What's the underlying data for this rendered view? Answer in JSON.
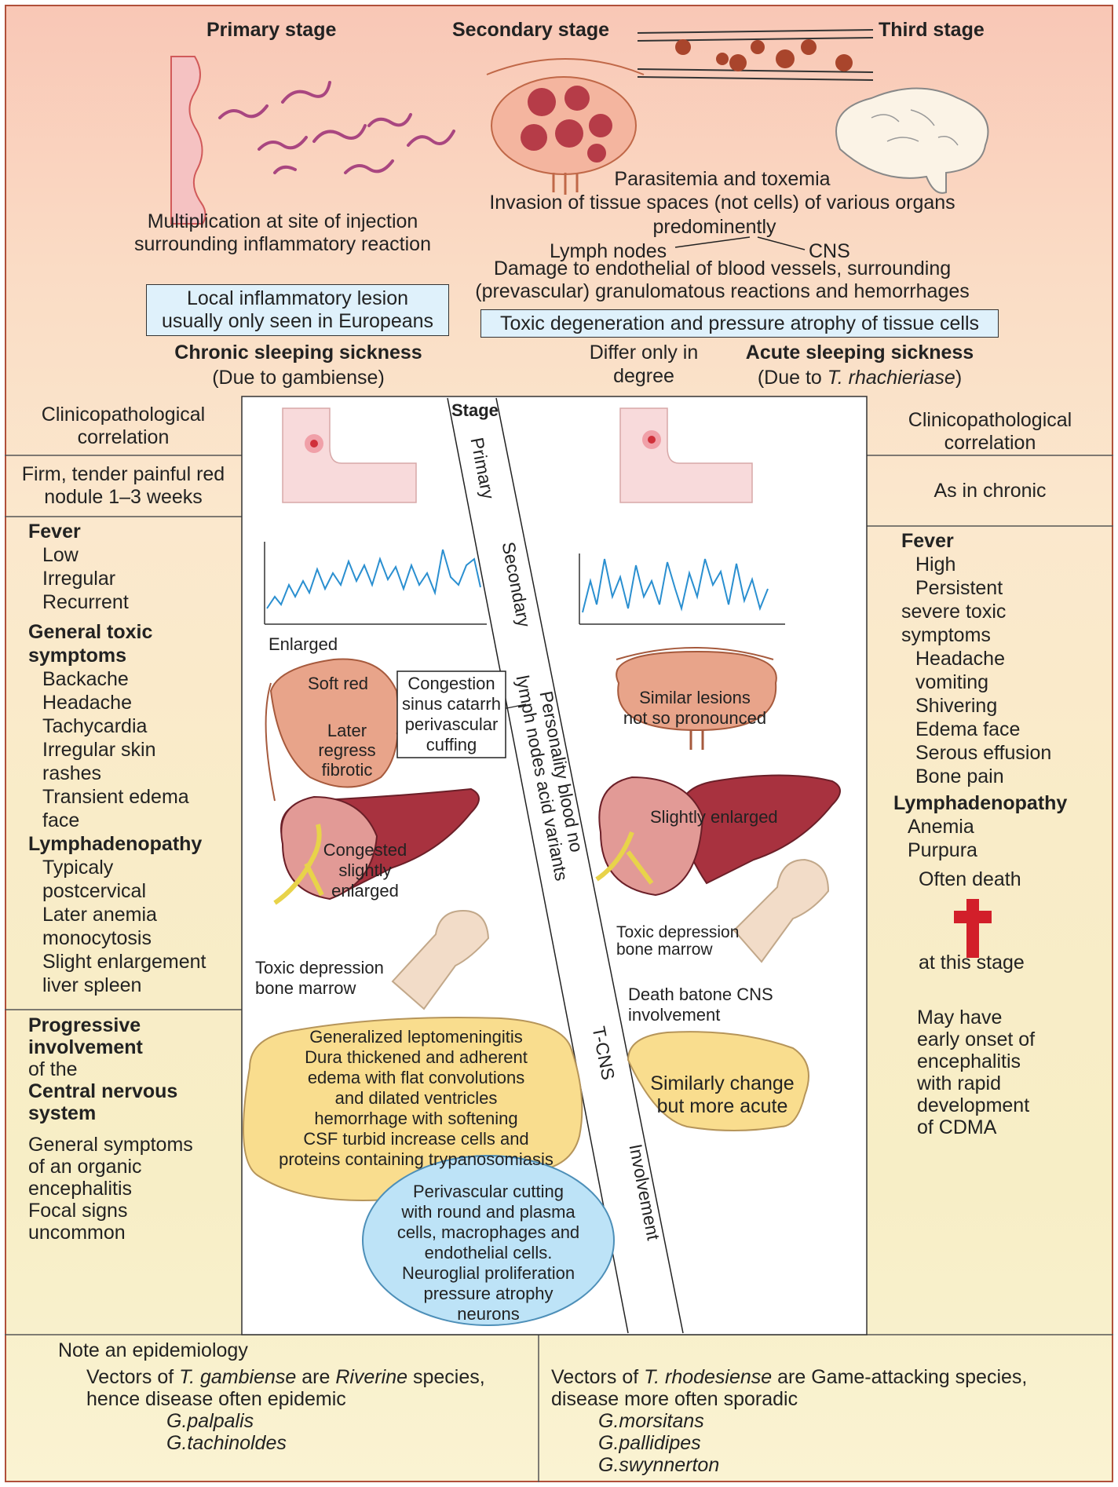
{
  "stages": {
    "primary": "Primary stage",
    "secondary": "Secondary stage",
    "third": "Third stage"
  },
  "top": {
    "multiplication_1": "Multiplication at site of injection",
    "multiplication_2": "surrounding inflammatory reaction",
    "parasitemia": "Parasitemia and toxemia",
    "invasion": "Invasion of tissue spaces (not cells) of various organs",
    "predominently": "predominently",
    "lymph_nodes": "Lymph nodes",
    "cns": "CNS",
    "damage_1": "Damage to endothelial of blood vessels, surrounding",
    "damage_2": "(prevascular) granulomatous reactions and hemorrhages",
    "local_box_1": "Local inflammatory lesion",
    "local_box_2": "usually only seen in Europeans",
    "toxic_box": "Toxic degeneration and pressure atrophy of tissue cells"
  },
  "headers": {
    "chronic": "Chronic sleeping sickness",
    "chronic_sub": "(Due to gambiense)",
    "differ_1": "Differ only in",
    "differ_2": "degree",
    "acute": "Acute sleeping sickness",
    "acute_sub_pre": "(Due to ",
    "acute_sub_italic": "T. rhachieriase",
    "acute_sub_post": ")"
  },
  "left": {
    "clinico_1": "Clinicopathological",
    "clinico_2": "correlation",
    "nodule_1": "Firm, tender painful red",
    "nodule_2": "nodule 1–3 weeks",
    "fever_h": "Fever",
    "fever": [
      "Low",
      "Irregular",
      "Recurrent"
    ],
    "toxic_h1": "General toxic",
    "toxic_h2": "symptoms",
    "toxic": [
      "Backache",
      "Headache",
      "Tachycardia",
      "Irregular skin",
      "rashes",
      "Transient edema",
      "face"
    ],
    "lymph_h": "Lymphadenopathy",
    "lymph": [
      "Typicaly",
      "postcervical",
      "Later anemia",
      "monocytosis",
      "Slight enlargement",
      "liver spleen"
    ],
    "prog_1": "Progressive",
    "prog_2": "involvement",
    "prog_3": "of the",
    "prog_4": "Central nervous",
    "prog_5": "system",
    "general": [
      "General symptoms",
      "of an organic",
      "encephalitis",
      "Focal signs",
      "uncommon"
    ]
  },
  "right": {
    "clinico_1": "Clinicopathological",
    "clinico_2": "correlation",
    "as_chronic": "As in chronic",
    "fever_h": "Fever",
    "fever": [
      "High",
      "Persistent"
    ],
    "severe": [
      "severe toxic",
      "symptoms"
    ],
    "severe_list": [
      "Headache",
      "vomiting",
      "Shivering",
      "Edema face",
      "Serous effusion",
      "Bone pain"
    ],
    "lymph_h": "Lymphadenopathy",
    "lymph": [
      "Anemia",
      "Purpura"
    ],
    "often_death": "Often death",
    "at_stage": "at this stage",
    "may": [
      "May have",
      "early onset of",
      "encephalitis",
      "with rapid",
      "development",
      "of CDMA"
    ]
  },
  "center": {
    "stage": "Stage",
    "primary": "Primary",
    "secondary": "Secondary",
    "personality_1": "Personality blood no",
    "personality_2": "lymph nodes acid variants",
    "tcns": "T-CNS",
    "involvement": "Involvement",
    "enlarged": "Enlarged",
    "soft_red": "Soft red",
    "later": [
      "Later",
      "regress",
      "fibrotic"
    ],
    "congestion": [
      "Congestion",
      "sinus catarrh",
      "perivascular",
      "cuffing"
    ],
    "congested": [
      "Congested",
      "slightly",
      "enlarged"
    ],
    "toxic_left": [
      "Toxic depression",
      "bone marrow"
    ],
    "similar": [
      "Similar lesions",
      "not so pronounced"
    ],
    "slightly": "Slightly enlarged",
    "toxic_right": [
      "Toxic depression",
      "bone marrow"
    ],
    "death": [
      "Death batone CNS",
      "involvement"
    ],
    "lepto": [
      "Generalized leptomeningitis",
      "Dura thickened and adherent",
      "edema with flat convolutions",
      "and dilated ventricles",
      "hemorrhage with softening",
      "CSF turbid increase cells and",
      "proteins containing trypanosomiasis"
    ],
    "similarly": [
      "Similarly change",
      "but more acute"
    ],
    "perivascular": [
      "Perivascular cutting",
      "with round and plasma",
      "cells, macrophages and",
      "endothelial cells.",
      "Neuroglial proliferation",
      "pressure atrophy",
      "neurons"
    ]
  },
  "footer": {
    "note": "Note an epidemiology",
    "left_1_pre": "Vectors of ",
    "left_1_it": "T. gambiense",
    "left_1_mid": " are ",
    "left_1_it2": "Riverine",
    "left_1_post": " species,",
    "left_2": "hence disease often epidemic",
    "left_species": [
      "G.palpalis",
      "G.tachinoldes"
    ],
    "right_1_pre": "Vectors of ",
    "right_1_it": "T. rhodesiense",
    "right_1_post": " are Game-attacking species,",
    "right_2": "disease more often sporadic",
    "right_species": [
      "G.morsitans",
      "G.pallidipes",
      "G.swynnerton"
    ]
  },
  "colors": {
    "border": "#b0503a",
    "blue_box": "#dff1fb",
    "curve": "#2a8fd0",
    "cross": "#d21f2a",
    "yellow_blob": "#f9dd8e",
    "blue_blob": "#bde3f7"
  }
}
